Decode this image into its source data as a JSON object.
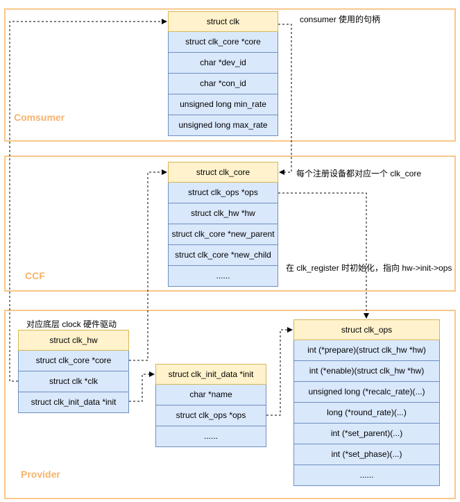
{
  "layers": {
    "consumer": "Comsumer",
    "ccf": "CCF",
    "provider": "Provider"
  },
  "structs": {
    "clk": {
      "title": "struct clk",
      "fields": [
        "struct clk_core *core",
        "char *dev_id",
        "char *con_id",
        "unsigned long min_rate",
        "unsigned long max_rate"
      ]
    },
    "clk_core": {
      "title": "struct clk_core",
      "fields": [
        "struct clk_ops *ops",
        "struct clk_hw *hw",
        "struct clk_core *new_parent",
        "struct clk_core *new_child",
        "......"
      ]
    },
    "clk_hw": {
      "title": "struct clk_hw",
      "fields": [
        "struct clk_core *core",
        "struct clk *clk",
        "struct clk_init_data *init"
      ]
    },
    "clk_init_data": {
      "title": "struct clk_init_data *init",
      "fields": [
        "char *name",
        "struct clk_ops *ops",
        "......"
      ]
    },
    "clk_ops": {
      "title": "struct clk_ops",
      "fields": [
        "int (*prepare)(struct clk_hw *hw)",
        "int (*enable)(struct clk_hw *hw)",
        "unsigned long (*recalc_rate)(...)",
        "long (*round_rate)(...)",
        "int (*set_parent)(...)",
        "int (*set_phase)(...)",
        "......"
      ]
    }
  },
  "notes": {
    "consumer_handle": "consumer 使用的句柄",
    "per_device_core": "每个注册设备都对应一个 clk_core",
    "init_on_register": "在 clk_register 时初始化，指向 hw->init->ops",
    "hw_driver": "对应底层 clock 硬件驱动"
  },
  "colors": {
    "layer_border": "#f8c78a",
    "layer_label": "#f6b36b",
    "struct_header_fill": "#fff2cc",
    "struct_header_border": "#d6b656",
    "struct_field_fill": "#dae8fc",
    "struct_field_border": "#6c8ebf"
  }
}
